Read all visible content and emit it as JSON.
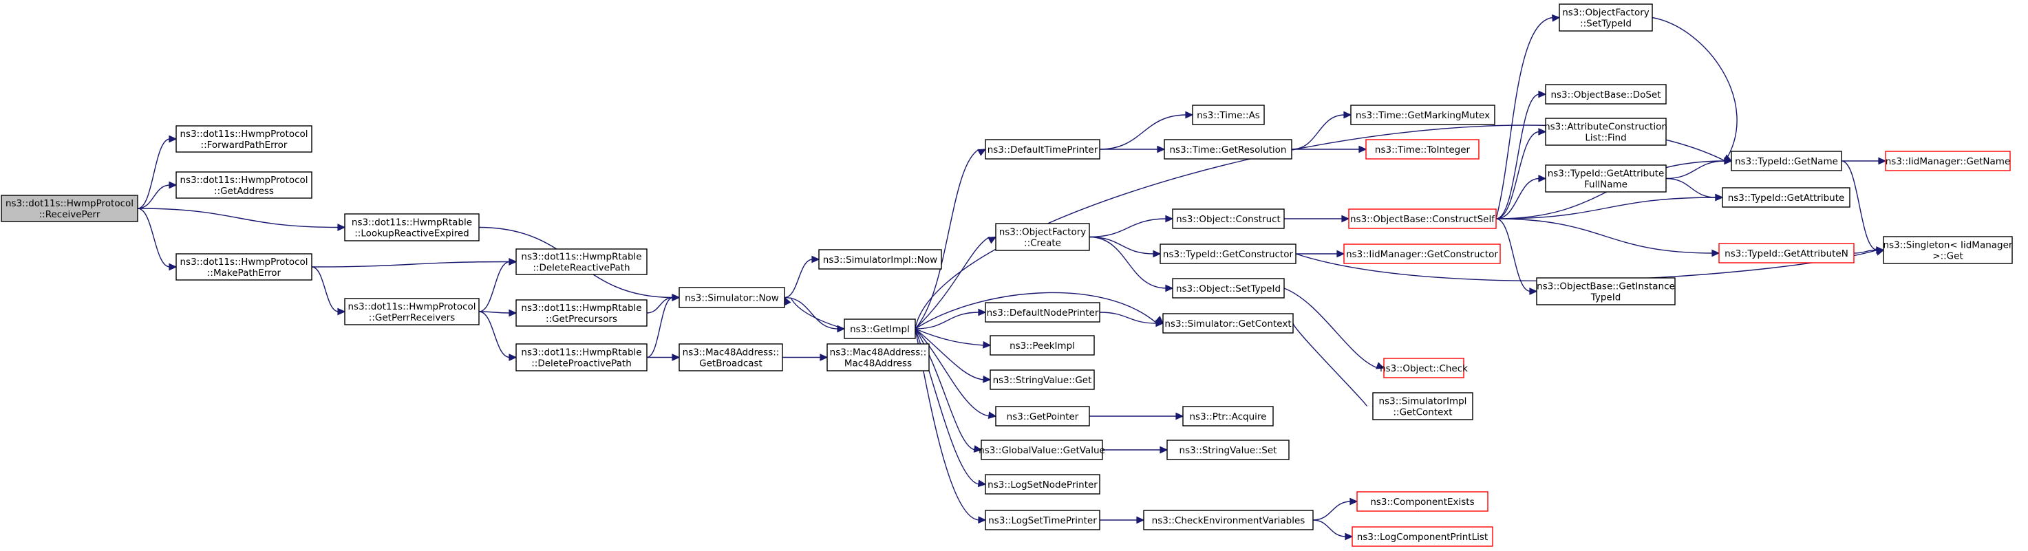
{
  "graph": {
    "root": "n_root",
    "colors": {
      "edge": "#191970",
      "node_border": "#000000",
      "missing_border": "#ff0000",
      "root_fill": "#bfbfbf"
    },
    "nodes": [
      {
        "id": "n_root",
        "lines": [
          "ns3::dot11s::HwmpProtocol",
          "::ReceivePerr"
        ],
        "style": "root"
      },
      {
        "id": "n_fwd",
        "lines": [
          "ns3::dot11s::HwmpProtocol",
          "::ForwardPathError"
        ],
        "style": "normal"
      },
      {
        "id": "n_getaddr",
        "lines": [
          "ns3::dot11s::HwmpProtocol",
          "::GetAddress"
        ],
        "style": "normal"
      },
      {
        "id": "n_lookup",
        "lines": [
          "ns3::dot11s::HwmpRtable",
          "::LookupReactiveExpired"
        ],
        "style": "normal"
      },
      {
        "id": "n_makeerr",
        "lines": [
          "ns3::dot11s::HwmpProtocol",
          "::MakePathError"
        ],
        "style": "normal"
      },
      {
        "id": "n_delreact",
        "lines": [
          "ns3::dot11s::HwmpRtable",
          "::DeleteReactivePath"
        ],
        "style": "normal"
      },
      {
        "id": "n_perrrecv",
        "lines": [
          "ns3::dot11s::HwmpProtocol",
          "::GetPerrReceivers"
        ],
        "style": "normal"
      },
      {
        "id": "n_precursors",
        "lines": [
          "ns3::dot11s::HwmpRtable",
          "::GetPrecursors"
        ],
        "style": "normal"
      },
      {
        "id": "n_delproact",
        "lines": [
          "ns3::dot11s::HwmpRtable",
          "::DeleteProactivePath"
        ],
        "style": "normal"
      },
      {
        "id": "n_simnow",
        "lines": [
          "ns3::Simulator::Now"
        ],
        "style": "normal"
      },
      {
        "id": "n_getbcast",
        "lines": [
          "ns3::Mac48Address::",
          "GetBroadcast"
        ],
        "style": "normal"
      },
      {
        "id": "n_mac48",
        "lines": [
          "ns3::Mac48Address::",
          "Mac48Address"
        ],
        "style": "normal"
      },
      {
        "id": "n_implnow",
        "lines": [
          "ns3::SimulatorImpl::Now"
        ],
        "style": "normal"
      },
      {
        "id": "n_getimpl",
        "lines": [
          "ns3::GetImpl"
        ],
        "style": "normal"
      },
      {
        "id": "n_dtp",
        "lines": [
          "ns3::DefaultTimePrinter"
        ],
        "style": "normal"
      },
      {
        "id": "n_timeas",
        "lines": [
          "ns3::Time::As"
        ],
        "style": "normal"
      },
      {
        "id": "n_getres",
        "lines": [
          "ns3::Time::GetResolution"
        ],
        "style": "normal"
      },
      {
        "id": "n_mutex",
        "lines": [
          "ns3::Time::GetMarkingMutex"
        ],
        "style": "normal"
      },
      {
        "id": "n_toint",
        "lines": [
          "ns3::Time::ToInteger"
        ],
        "style": "red"
      },
      {
        "id": "n_ofcreate",
        "lines": [
          "ns3::ObjectFactory",
          "::Create"
        ],
        "style": "normal"
      },
      {
        "id": "n_objconstruct",
        "lines": [
          "ns3::Object::Construct"
        ],
        "style": "normal"
      },
      {
        "id": "n_getctor",
        "lines": [
          "ns3::TypeId::GetConstructor"
        ],
        "style": "normal"
      },
      {
        "id": "n_settypeid",
        "lines": [
          "ns3::Object::SetTypeId"
        ],
        "style": "normal"
      },
      {
        "id": "n_ctorself",
        "lines": [
          "ns3::ObjectBase::ConstructSelf"
        ],
        "style": "red"
      },
      {
        "id": "n_iidctor",
        "lines": [
          "ns3::IidManager::GetConstructor"
        ],
        "style": "red"
      },
      {
        "id": "n_ofsettypeid",
        "lines": [
          "ns3::ObjectFactory",
          "::SetTypeId"
        ],
        "style": "normal"
      },
      {
        "id": "n_doset",
        "lines": [
          "ns3::ObjectBase::DoSet"
        ],
        "style": "normal"
      },
      {
        "id": "n_acfind",
        "lines": [
          "ns3::AttributeConstruction",
          "List::Find"
        ],
        "style": "normal"
      },
      {
        "id": "n_getattrfull",
        "lines": [
          "ns3::TypeId::GetAttribute",
          "FullName"
        ],
        "style": "normal"
      },
      {
        "id": "n_getinst",
        "lines": [
          "ns3::ObjectBase::GetInstance",
          "TypeId"
        ],
        "style": "normal"
      },
      {
        "id": "n_getname",
        "lines": [
          "ns3::TypeId::GetName"
        ],
        "style": "normal"
      },
      {
        "id": "n_getattr",
        "lines": [
          "ns3::TypeId::GetAttribute"
        ],
        "style": "normal"
      },
      {
        "id": "n_getattrn",
        "lines": [
          "ns3::TypeId::GetAttributeN"
        ],
        "style": "red"
      },
      {
        "id": "n_iidname",
        "lines": [
          "ns3::IidManager::GetName"
        ],
        "style": "red"
      },
      {
        "id": "n_singleton",
        "lines": [
          "ns3::Singleton< IidManager",
          ">::Get"
        ],
        "style": "normal"
      },
      {
        "id": "n_dnp",
        "lines": [
          "ns3::DefaultNodePrinter"
        ],
        "style": "normal"
      },
      {
        "id": "n_getctx",
        "lines": [
          "ns3::Simulator::GetContext"
        ],
        "style": "normal"
      },
      {
        "id": "n_implctx",
        "lines": [
          "ns3::SimulatorImpl",
          "::GetContext"
        ],
        "style": "normal"
      },
      {
        "id": "n_objcheck",
        "lines": [
          "ns3::Object::Check"
        ],
        "style": "red"
      },
      {
        "id": "n_peek",
        "lines": [
          "ns3::PeekImpl"
        ],
        "style": "normal"
      },
      {
        "id": "n_strget",
        "lines": [
          "ns3::StringValue::Get"
        ],
        "style": "normal"
      },
      {
        "id": "n_getptr",
        "lines": [
          "ns3::GetPointer"
        ],
        "style": "normal"
      },
      {
        "id": "n_ptracq",
        "lines": [
          "ns3::Ptr::Acquire"
        ],
        "style": "normal"
      },
      {
        "id": "n_gvget",
        "lines": [
          "ns3::GlobalValue::GetValue"
        ],
        "style": "normal"
      },
      {
        "id": "n_strset",
        "lines": [
          "ns3::StringValue::Set"
        ],
        "style": "normal"
      },
      {
        "id": "n_lsnp",
        "lines": [
          "ns3::LogSetNodePrinter"
        ],
        "style": "normal"
      },
      {
        "id": "n_lstp",
        "lines": [
          "ns3::LogSetTimePrinter"
        ],
        "style": "normal"
      },
      {
        "id": "n_checkenv",
        "lines": [
          "ns3::CheckEnvironmentVariables"
        ],
        "style": "normal"
      },
      {
        "id": "n_compexists",
        "lines": [
          "ns3::ComponentExists"
        ],
        "style": "red"
      },
      {
        "id": "n_logcomp",
        "lines": [
          "ns3::LogComponentPrintList"
        ],
        "style": "red"
      }
    ],
    "edges": [
      [
        "n_root",
        "n_fwd"
      ],
      [
        "n_root",
        "n_getaddr"
      ],
      [
        "n_root",
        "n_lookup"
      ],
      [
        "n_root",
        "n_makeerr"
      ],
      [
        "n_lookup",
        "n_simnow"
      ],
      [
        "n_makeerr",
        "n_delreact"
      ],
      [
        "n_makeerr",
        "n_perrrecv"
      ],
      [
        "n_perrrecv",
        "n_delreact"
      ],
      [
        "n_perrrecv",
        "n_precursors"
      ],
      [
        "n_perrrecv",
        "n_delproact"
      ],
      [
        "n_precursors",
        "n_simnow"
      ],
      [
        "n_delproact",
        "n_simnow"
      ],
      [
        "n_delproact",
        "n_getbcast"
      ],
      [
        "n_getbcast",
        "n_mac48"
      ],
      [
        "n_simnow",
        "n_implnow"
      ],
      [
        "n_simnow",
        "n_getimpl"
      ],
      [
        "n_getimpl",
        "n_simnow"
      ],
      [
        "n_getimpl",
        "n_dtp"
      ],
      [
        "n_getimpl",
        "n_ofcreate"
      ],
      [
        "n_getimpl",
        "n_dnp"
      ],
      [
        "n_getimpl",
        "n_getctx"
      ],
      [
        "n_getimpl",
        "n_peek"
      ],
      [
        "n_getimpl",
        "n_strget"
      ],
      [
        "n_getimpl",
        "n_getptr"
      ],
      [
        "n_getimpl",
        "n_gvget"
      ],
      [
        "n_getimpl",
        "n_lsnp"
      ],
      [
        "n_getimpl",
        "n_lstp"
      ],
      [
        "n_getimpl",
        "n_getname"
      ],
      [
        "n_dtp",
        "n_timeas"
      ],
      [
        "n_dtp",
        "n_getres"
      ],
      [
        "n_getres",
        "n_mutex"
      ],
      [
        "n_getres",
        "n_toint"
      ],
      [
        "n_ofcreate",
        "n_objconstruct"
      ],
      [
        "n_ofcreate",
        "n_getctor"
      ],
      [
        "n_ofcreate",
        "n_settypeid"
      ],
      [
        "n_objconstruct",
        "n_ctorself"
      ],
      [
        "n_getctor",
        "n_iidctor"
      ],
      [
        "n_getctor",
        "n_singleton"
      ],
      [
        "n_settypeid",
        "n_objcheck"
      ],
      [
        "n_ctorself",
        "n_ofsettypeid"
      ],
      [
        "n_ctorself",
        "n_doset"
      ],
      [
        "n_ctorself",
        "n_acfind"
      ],
      [
        "n_ctorself",
        "n_getattrfull"
      ],
      [
        "n_ctorself",
        "n_getinst"
      ],
      [
        "n_ctorself",
        "n_getname"
      ],
      [
        "n_ctorself",
        "n_getattr"
      ],
      [
        "n_ctorself",
        "n_getattrn"
      ],
      [
        "n_ofsettypeid",
        "n_getname"
      ],
      [
        "n_getattrfull",
        "n_getname"
      ],
      [
        "n_getattrfull",
        "n_getattr"
      ],
      [
        "n_getname",
        "n_iidname"
      ],
      [
        "n_getname",
        "n_singleton"
      ],
      [
        "n_getattrn",
        "n_singleton"
      ],
      [
        "n_dnp",
        "n_getctx"
      ],
      [
        "n_getctx",
        "n_implctx"
      ],
      [
        "n_getptr",
        "n_ptracq"
      ],
      [
        "n_gvget",
        "n_strset"
      ],
      [
        "n_lstp",
        "n_checkenv"
      ],
      [
        "n_checkenv",
        "n_compexists"
      ],
      [
        "n_checkenv",
        "n_logcomp"
      ]
    ]
  }
}
